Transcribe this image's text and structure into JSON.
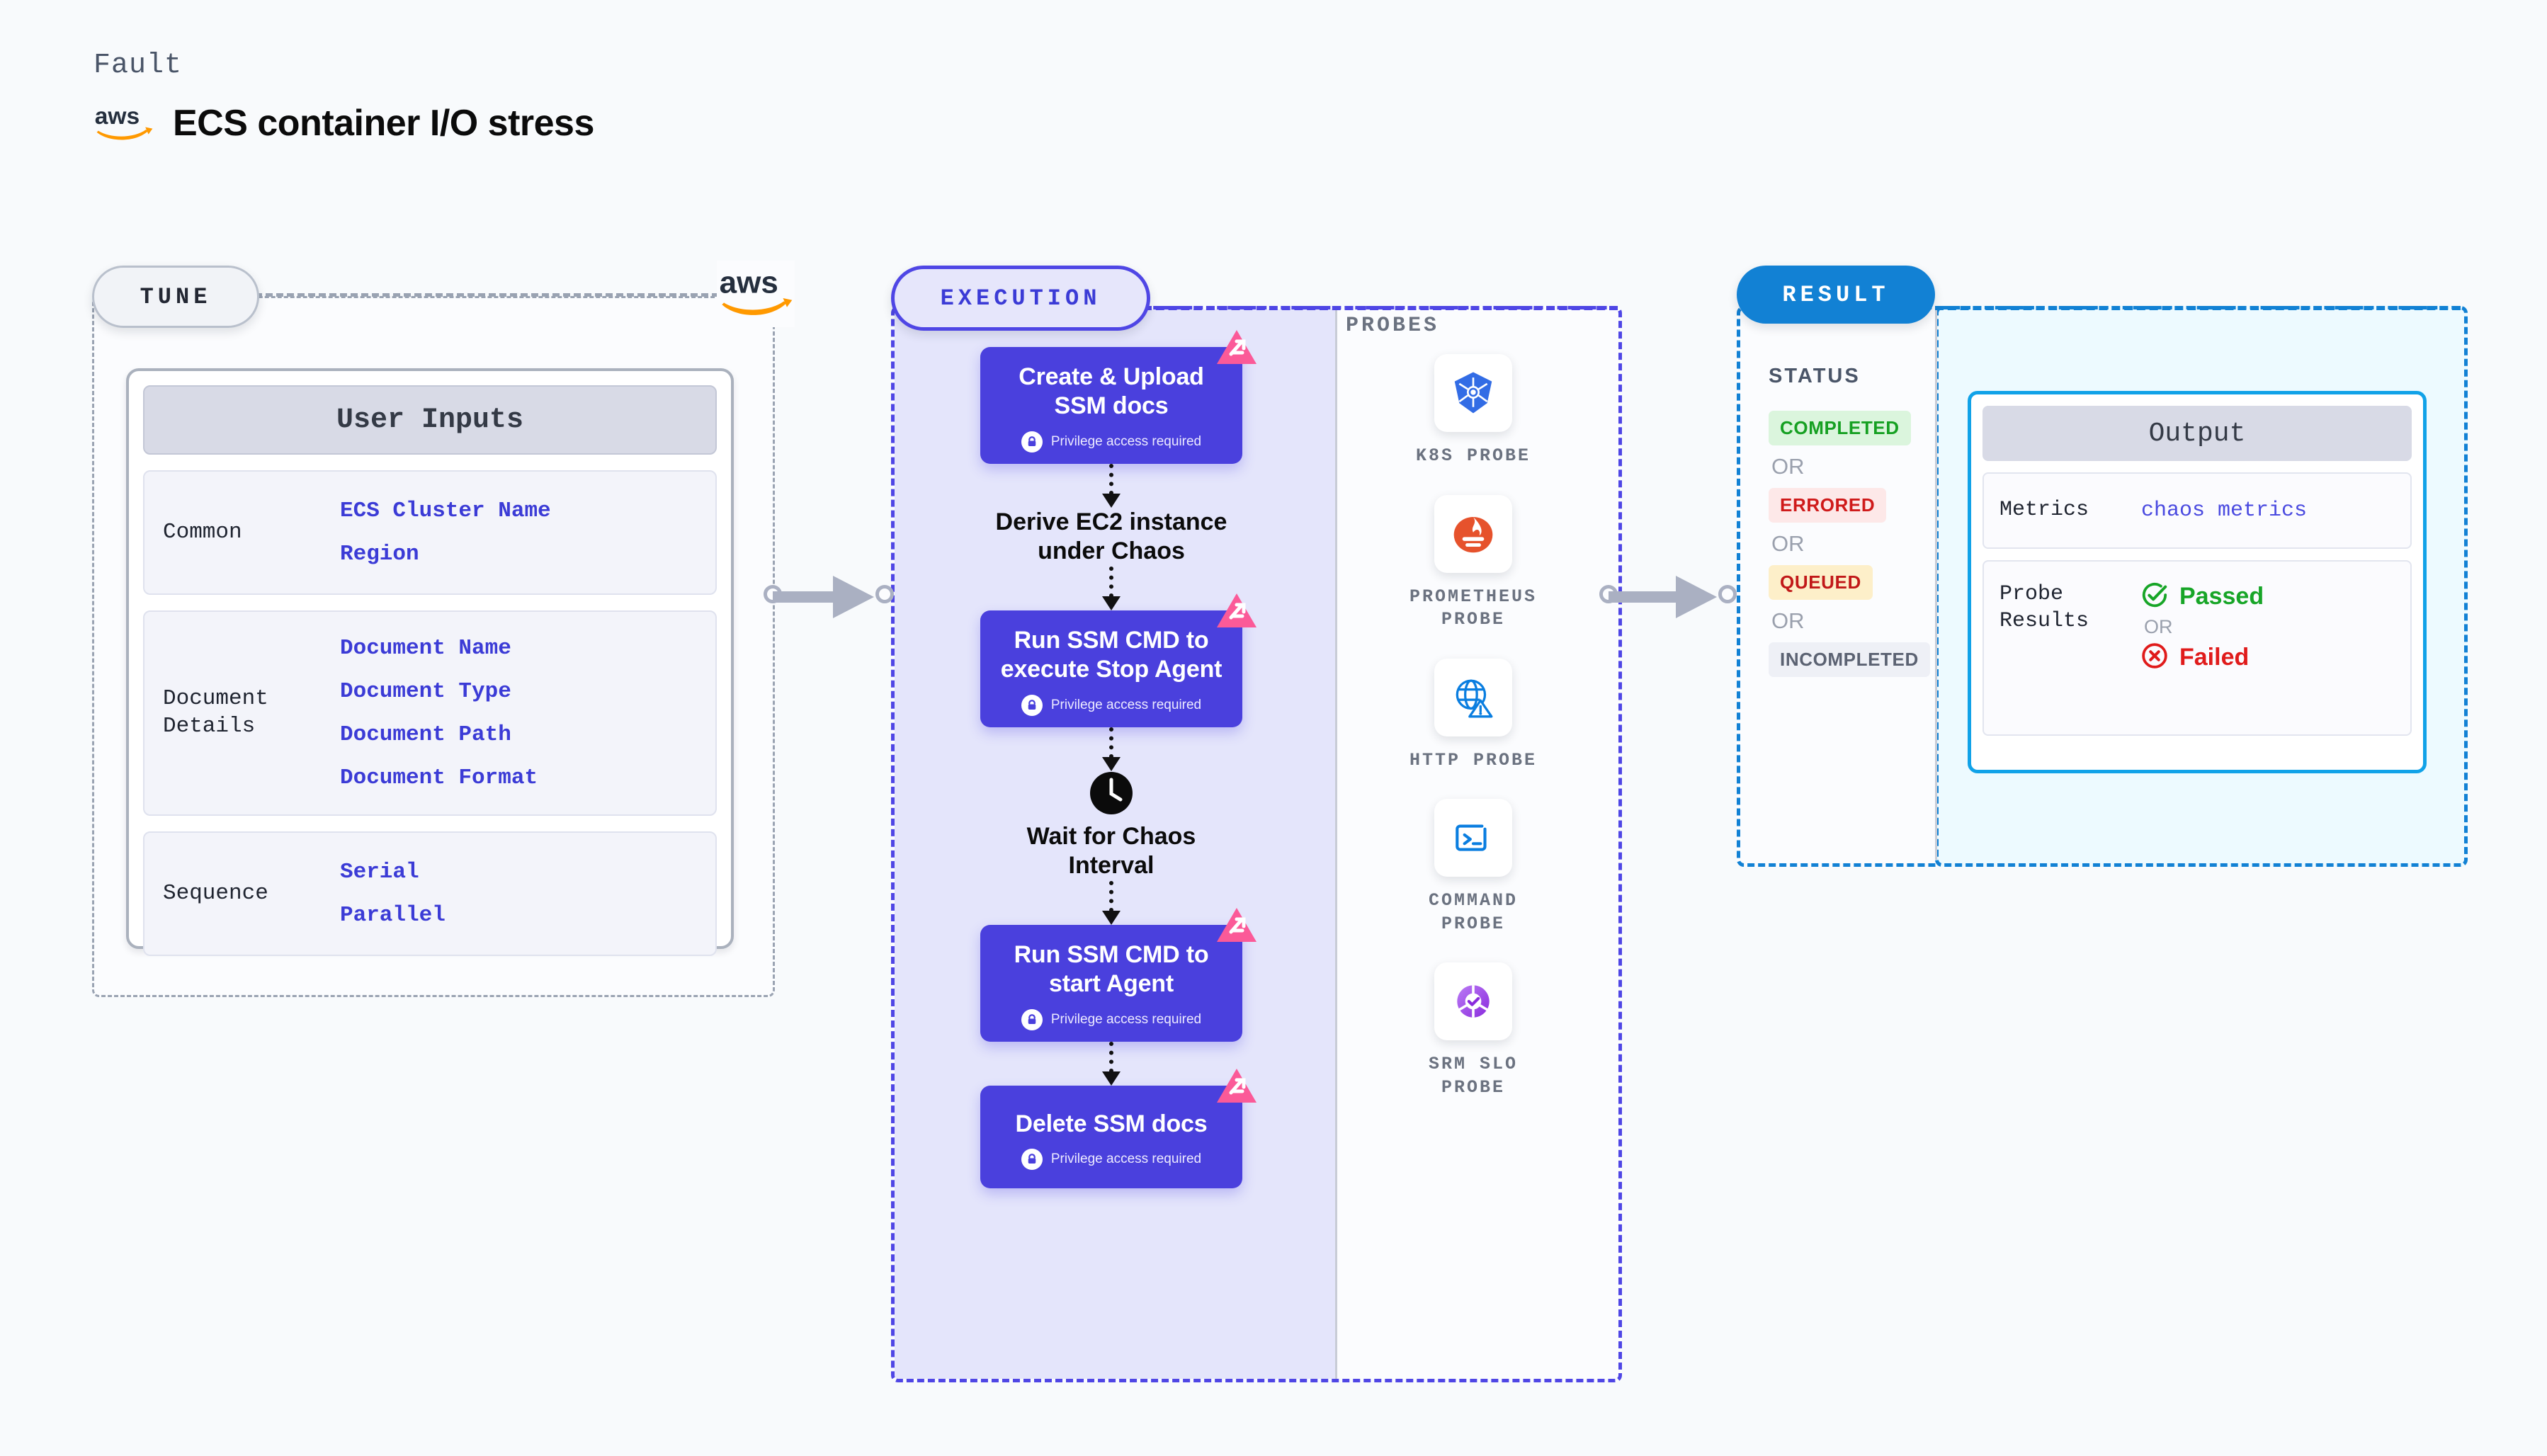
{
  "header": {
    "kicker": "Fault",
    "title": "ECS container I/O stress",
    "logo": "aws-logo"
  },
  "tune": {
    "pill_label": "TUNE",
    "corner_logo": "aws-logo",
    "card": {
      "title": "User Inputs",
      "groups": [
        {
          "label": "Common",
          "values": [
            "ECS Cluster Name",
            "Region"
          ]
        },
        {
          "label": "Document\nDetails",
          "values": [
            "Document Name",
            "Document Type",
            "Document Path",
            "Document Format"
          ]
        },
        {
          "label": "Sequence",
          "values": [
            "Serial",
            "Parallel"
          ]
        }
      ]
    }
  },
  "execution": {
    "pill_label": "EXECUTION",
    "privilege_text": "Privilege access required",
    "steps": [
      {
        "type": "box",
        "title": "Create & Upload\nSSM docs",
        "privileged": true,
        "badge": "fault-badge-icon"
      },
      {
        "type": "plain",
        "title": "Derive EC2 instance\nunder Chaos",
        "privileged": false,
        "badge": ""
      },
      {
        "type": "box",
        "title": "Run SSM CMD to\nexecute Stop Agent",
        "privileged": true,
        "badge": "fault-badge-icon"
      },
      {
        "type": "clock",
        "title": "Wait for Chaos\nInterval",
        "privileged": false,
        "badge": ""
      },
      {
        "type": "box",
        "title": "Run SSM CMD to\nstart Agent",
        "privileged": true,
        "badge": "fault-badge-icon"
      },
      {
        "type": "box",
        "title": "Delete SSM docs",
        "privileged": true,
        "badge": "fault-badge-icon"
      }
    ]
  },
  "probes": {
    "section_label": "PROBES",
    "items": [
      {
        "label": "K8S PROBE",
        "icon": "kubernetes-icon"
      },
      {
        "label": "PROMETHEUS\nPROBE",
        "icon": "prometheus-icon"
      },
      {
        "label": "HTTP PROBE",
        "icon": "http-globe-icon"
      },
      {
        "label": "COMMAND\nPROBE",
        "icon": "terminal-icon"
      },
      {
        "label": "SRM SLO\nPROBE",
        "icon": "srm-slo-icon"
      }
    ]
  },
  "result": {
    "pill_label": "RESULT",
    "status_label": "STATUS",
    "or_label": "OR",
    "statuses": [
      {
        "label": "COMPLETED",
        "bg": "#dbf5dd",
        "fg": "#16a022"
      },
      {
        "label": "ERRORED",
        "bg": "#fde8e8",
        "fg": "#cf1a1a"
      },
      {
        "label": "QUEUED",
        "bg": "#fdefc9",
        "fg": "#c11919"
      },
      {
        "label": "INCOMPLETED",
        "bg": "#eef0f6",
        "fg": "#5b6272"
      }
    ],
    "output": {
      "title": "Output",
      "metrics_label": "Metrics",
      "metrics_value": "chaos metrics",
      "probe_results_label": "Probe\nResults",
      "passed_label": "Passed",
      "failed_label": "Failed",
      "or_label": "OR"
    }
  },
  "colors": {
    "indigo": "#4a40dd",
    "blue": "#1281d4",
    "pink": "#fb5a98",
    "grey_dash": "#9aa3b2"
  }
}
